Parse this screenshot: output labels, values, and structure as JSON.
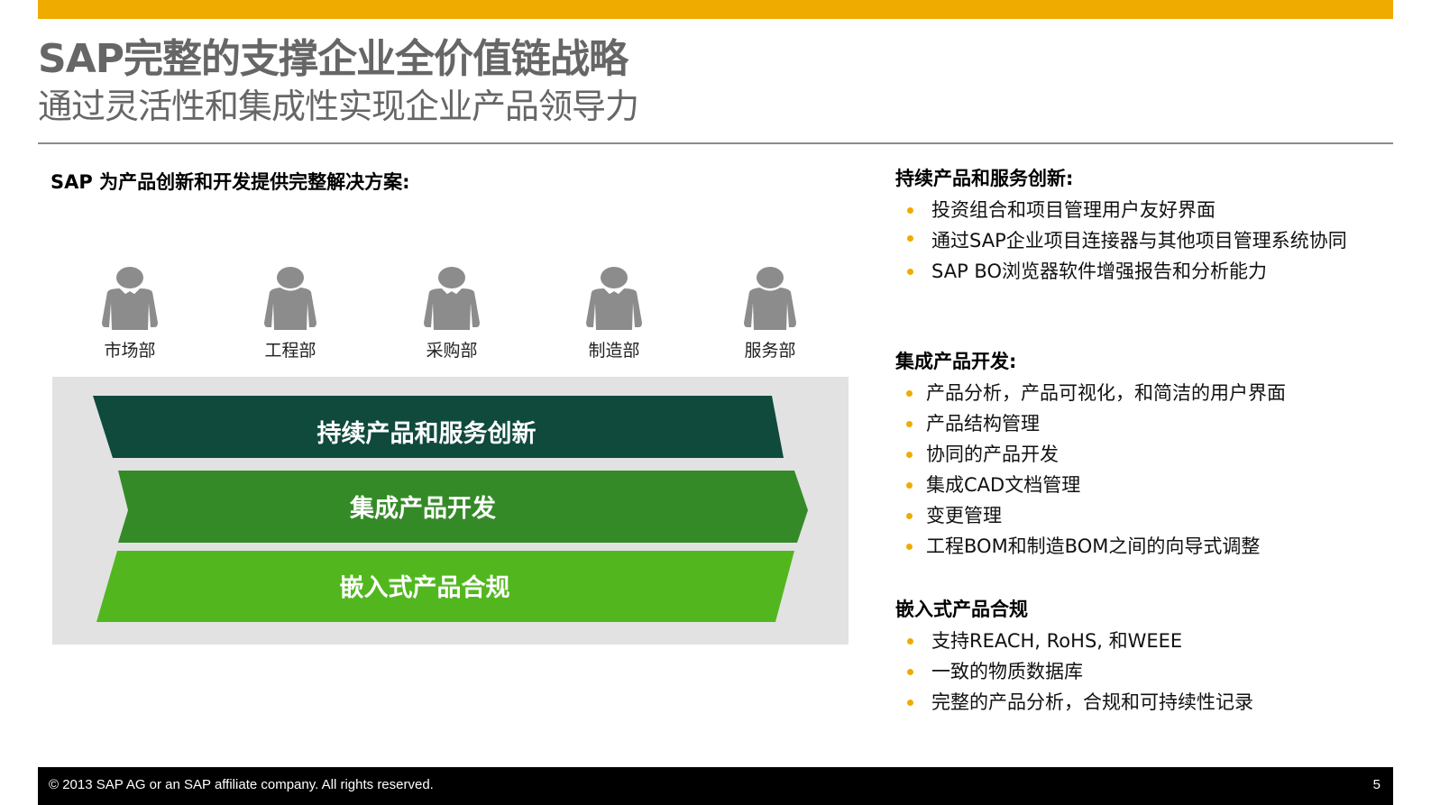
{
  "colors": {
    "accent_gold": "#f0ab00",
    "title_gray": "#666666",
    "band_dark": "#0f4a3c",
    "band_mid": "#358a28",
    "band_light": "#52b71f",
    "panel_gray": "#e2e2e2",
    "person_icon": "#8c8c8c"
  },
  "header": {
    "title": "SAP完整的支撑企业全价值链战略",
    "subtitle": "通过灵活性和集成性实现企业产品领导力"
  },
  "left": {
    "heading": "SAP 为产品创新和开发提供完整解决方案:",
    "departments": [
      {
        "label": "市场部",
        "icon": "person-icon"
      },
      {
        "label": "工程部",
        "icon": "person-icon"
      },
      {
        "label": "采购部",
        "icon": "person-icon"
      },
      {
        "label": "制造部",
        "icon": "person-icon"
      },
      {
        "label": "服务部",
        "icon": "person-icon"
      }
    ],
    "bands": [
      {
        "label": "持续产品和服务创新"
      },
      {
        "label": "集成产品开发"
      },
      {
        "label": "嵌入式产品合规"
      }
    ]
  },
  "right": {
    "sections": [
      {
        "title": "持续产品和服务创新:",
        "items": [
          "投资组合和项目管理用户友好界面",
          "通过SAP企业项目连接器与其他项目管理系统协同",
          "SAP BO浏览器软件增强报告和分析能力"
        ]
      },
      {
        "title": "集成产品开发:",
        "items": [
          "产品分析，产品可视化，和简洁的用户界面",
          "产品结构管理",
          "协同的产品开发",
          "集成CAD文档管理",
          "变更管理",
          "工程BOM和制造BOM之间的向导式调整"
        ]
      },
      {
        "title": "嵌入式产品合规",
        "items": [
          "支持REACH, RoHS, 和WEEE",
          "一致的物质数据库",
          "完整的产品分析，合规和可持续性记录"
        ]
      }
    ]
  },
  "footer": {
    "copyright": "© 2013 SAP AG or an SAP affiliate company. All rights reserved.",
    "page_number": "5"
  }
}
